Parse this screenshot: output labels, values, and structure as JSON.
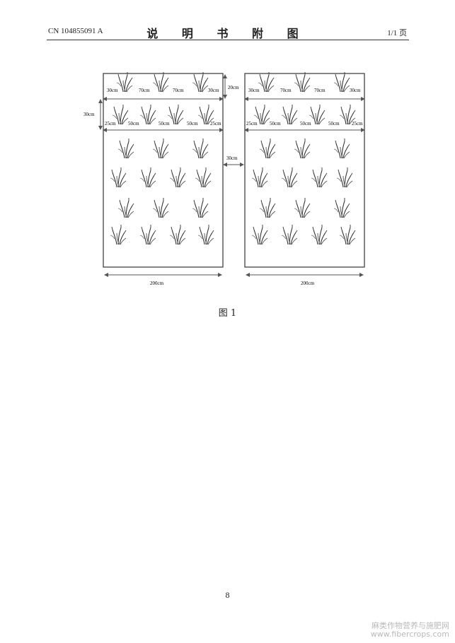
{
  "header": {
    "doc_number": "CN 104855091 A",
    "title": "说 明 书 附 图",
    "page_count": "1/1 页"
  },
  "figure": {
    "caption": "图 1",
    "labels": {
      "row1": [
        "30cm",
        "70cm",
        "70cm",
        "30cm"
      ],
      "row2": [
        "25cm",
        "50cm",
        "50cm",
        "50cm",
        "25cm"
      ],
      "top_margin": "20cm",
      "row_spacing": "30cm",
      "bed_gap": "30cm",
      "bed_width": "200cm"
    },
    "plant_icon": "rice-seedling-icon"
  },
  "page_number": "8",
  "watermark": {
    "line1": "麻类作物营养与施肥网",
    "line2": "www.fibercrops.com"
  }
}
